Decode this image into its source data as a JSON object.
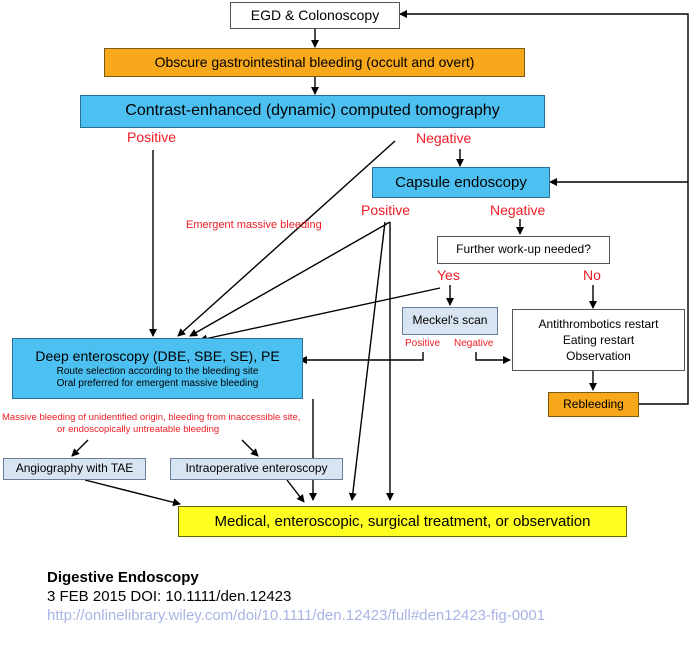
{
  "boxes": {
    "egd": "EGD & Colonoscopy",
    "obscure": "Obscure gastrointestinal bleeding (occult and overt)",
    "ct": "Contrast-enhanced (dynamic) computed tomography",
    "capsule": "Capsule endoscopy",
    "workup": "Further work-up needed?",
    "meckel": "Meckel's scan",
    "antithrombotics": "Antithrombotics restart",
    "eating": "Eating restart",
    "observation": "Observation",
    "rebleeding": "Rebleeding",
    "deep_title": "Deep enteroscopy (DBE, SBE, SE), PE",
    "deep_line1": "Route selection according to the bleeding site",
    "deep_line2": "Oral preferred for emergent massive bleeding",
    "angiography": "Angiography with TAE",
    "intraop": "Intraoperative enteroscopy",
    "treatment": "Medical, enteroscopic, surgical treatment, or observation"
  },
  "labels": {
    "ct_positive": "Positive",
    "ct_negative": "Negative",
    "emergent": "Emergent massive bleeding",
    "capsule_positive": "Positive",
    "capsule_negative": "Negative",
    "yes": "Yes",
    "no": "No",
    "meckel_positive": "Positive",
    "meckel_negative": "Negative",
    "massive_line1": "Massive bleeding of unidentified origin, bleeding from inaccessible site,",
    "massive_line2": "or endoscopically untreatable bleeding"
  },
  "citation": {
    "journal": "Digestive Endoscopy",
    "date_doi": "3 FEB 2015 DOI: 10.1111/den.12423",
    "url": "http://onlinelibrary.wiley.com/doi/10.1111/den.12423/full#den12423-fig-0001"
  },
  "colors": {
    "orange": "#f7a81b",
    "blue": "#4cc0f0",
    "light_blue": "#d9e4f2",
    "yellow": "#ffff22",
    "label_red": "#ee1c24"
  }
}
